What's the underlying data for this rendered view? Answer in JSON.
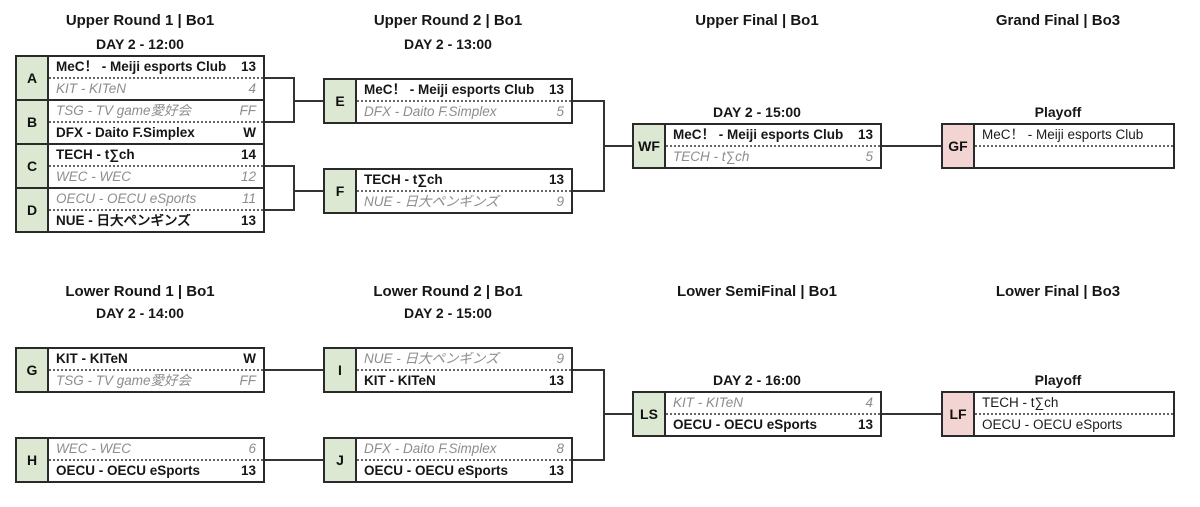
{
  "rounds": {
    "upper_r1": {
      "title": "Upper Round 1 | Bo1",
      "subtitle": "DAY 2 - 12:00"
    },
    "upper_r2": {
      "title": "Upper Round 2 | Bo1",
      "subtitle": "DAY 2 - 13:00"
    },
    "upper_final": {
      "title": "Upper Final | Bo1",
      "subtitle": "DAY 2 - 15:00"
    },
    "grand_final": {
      "title": "Grand Final | Bo3",
      "subtitle": "Playoff"
    },
    "lower_r1": {
      "title": "Lower Round 1 | Bo1",
      "subtitle": "DAY 2 - 14:00"
    },
    "lower_r2": {
      "title": "Lower Round 2 | Bo1",
      "subtitle": "DAY 2 - 15:00"
    },
    "lower_semifinal": {
      "title": "Lower SemiFinal | Bo1",
      "subtitle": "DAY 2 - 16:00"
    },
    "lower_final": {
      "title": "Lower Final | Bo3",
      "subtitle": "Playoff"
    }
  },
  "matches": {
    "A": {
      "label": "A",
      "slots": [
        {
          "team": "MeC！ - Meiji esports Club",
          "score": "13",
          "result": "win"
        },
        {
          "team": "KIT - KITeN",
          "score": "4",
          "result": "loss"
        }
      ]
    },
    "B": {
      "label": "B",
      "slots": [
        {
          "team": "TSG - TV game愛好会",
          "score": "FF",
          "result": "loss"
        },
        {
          "team": "DFX - Daito F.Simplex",
          "score": "W",
          "result": "win"
        }
      ]
    },
    "C": {
      "label": "C",
      "slots": [
        {
          "team": "TECH - t∑ch",
          "score": "14",
          "result": "win"
        },
        {
          "team": "WEC - WEC",
          "score": "12",
          "result": "loss"
        }
      ]
    },
    "D": {
      "label": "D",
      "slots": [
        {
          "team": "OECU - OECU eSports",
          "score": "11",
          "result": "loss"
        },
        {
          "team": "NUE - 日大ペンギンズ",
          "score": "13",
          "result": "win"
        }
      ]
    },
    "E": {
      "label": "E",
      "slots": [
        {
          "team": "MeC！ - Meiji esports Club",
          "score": "13",
          "result": "win"
        },
        {
          "team": "DFX - Daito F.Simplex",
          "score": "5",
          "result": "loss"
        }
      ]
    },
    "F": {
      "label": "F",
      "slots": [
        {
          "team": "TECH - t∑ch",
          "score": "13",
          "result": "win"
        },
        {
          "team": "NUE - 日大ペンギンズ",
          "score": "9",
          "result": "loss"
        }
      ]
    },
    "WF": {
      "label": "WF",
      "slots": [
        {
          "team": "MeC！ - Meiji esports Club",
          "score": "13",
          "result": "win"
        },
        {
          "team": "TECH - t∑ch",
          "score": "5",
          "result": "loss"
        }
      ]
    },
    "GF": {
      "label": "GF",
      "slots": [
        {
          "team": "MeC！ - Meiji esports Club",
          "score": "",
          "result": "pending"
        },
        {
          "team": "",
          "score": "",
          "result": "pending"
        }
      ]
    },
    "G": {
      "label": "G",
      "slots": [
        {
          "team": "KIT - KITeN",
          "score": "W",
          "result": "win"
        },
        {
          "team": "TSG - TV game愛好会",
          "score": "FF",
          "result": "loss"
        }
      ]
    },
    "H": {
      "label": "H",
      "slots": [
        {
          "team": "WEC - WEC",
          "score": "6",
          "result": "loss"
        },
        {
          "team": "OECU - OECU eSports",
          "score": "13",
          "result": "win"
        }
      ]
    },
    "I": {
      "label": "I",
      "slots": [
        {
          "team": "NUE - 日大ペンギンズ",
          "score": "9",
          "result": "loss"
        },
        {
          "team": "KIT - KITeN",
          "score": "13",
          "result": "win"
        }
      ]
    },
    "J": {
      "label": "J",
      "slots": [
        {
          "team": "DFX - Daito F.Simplex",
          "score": "8",
          "result": "loss"
        },
        {
          "team": "OECU - OECU eSports",
          "score": "13",
          "result": "win"
        }
      ]
    },
    "LS": {
      "label": "LS",
      "slots": [
        {
          "team": "KIT - KITeN",
          "score": "4",
          "result": "loss"
        },
        {
          "team": "OECU - OECU eSports",
          "score": "13",
          "result": "win"
        }
      ]
    },
    "LF": {
      "label": "LF",
      "slots": [
        {
          "team": "TECH - t∑ch",
          "score": "",
          "result": "pending"
        },
        {
          "team": "OECU - OECU eSports",
          "score": "",
          "result": "pending"
        }
      ]
    }
  },
  "colors": {
    "winner_bracket_label": "#dde8d3",
    "playoff_label": "#f2d5d2",
    "border": "#2a2a2a",
    "winner_text": "#161616",
    "loser_text": "#8d8d8d"
  }
}
